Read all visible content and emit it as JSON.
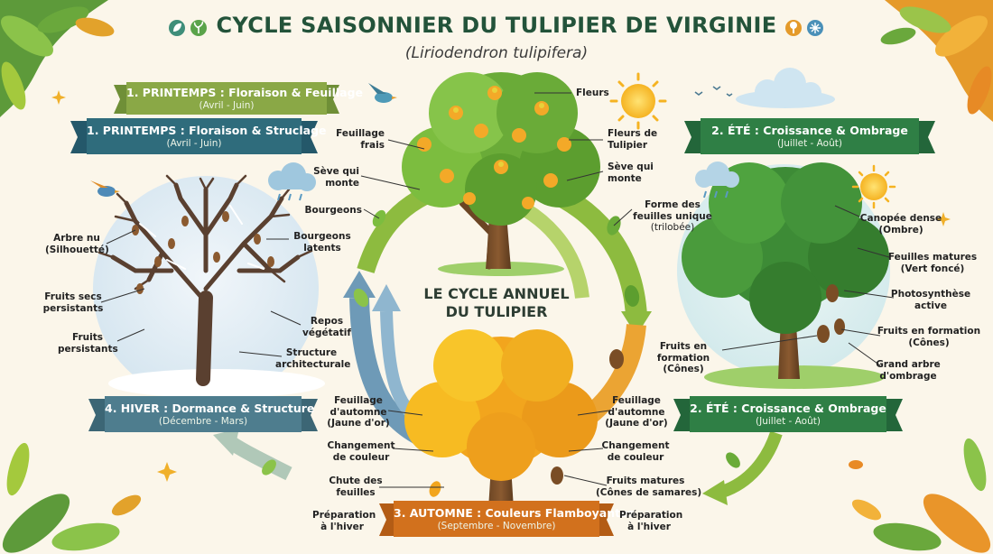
{
  "title": "CYCLE SAISONNIER DU TULIPIER DE VIRGINIE",
  "subtitle": "(Liriodendron tulipifera)",
  "center_label": [
    "LE CYCLE ANNUEL",
    "DU TULIPIER"
  ],
  "colors": {
    "spring_banner": "#8aa846",
    "spring_banner_alt": "#2f6c7c",
    "summer_banner": "#2f7f45",
    "autumn_banner": "#d2711d",
    "winter_banner": "#4e7d8e",
    "arrow_green": "#8dbb3f",
    "arrow_orange": "#eba433",
    "arrow_blue": "#6e9ab7",
    "title": "#23533a"
  },
  "icons": [
    "leaf-badge-icon",
    "sprout-badge-icon",
    "tree-badge-icon",
    "snowflake-badge-icon",
    "sun-icon",
    "cloud-rain-icon",
    "bird-icon"
  ],
  "banners": {
    "spring_top": {
      "label": "1. PRINTEMPS : Floraison & Feuillage",
      "dates": "(Avril - Juin)"
    },
    "spring_second": {
      "label": "1. PRINTEMPS : Floraison & Struclage",
      "dates": "(Avril - Juin)"
    },
    "summer_top": {
      "label": "2. ÉTÉ : Croissance & Ombrage",
      "dates": "(Juillet - Août)"
    },
    "summer_bottom": {
      "label": "2. ÉTÉ : Croissance & Ombrage",
      "dates": "(Juillet - Août)"
    },
    "autumn": {
      "label": "3. AUTOMNE : Couleurs Flamboyantes",
      "dates": "(Septembre - Novembre)"
    },
    "winter": {
      "label": "4. HIVER : Dormance & Structure",
      "dates": "(Décembre - Mars)"
    }
  },
  "labels": {
    "spring": {
      "fleurs": "Fleurs",
      "feuillage_frais": [
        "Feuillage",
        "frais"
      ],
      "fleurs_tulipier": [
        "Fleurs de",
        "Tulipier"
      ],
      "seve_left": [
        "Sève qui",
        "monte"
      ],
      "seve_right": [
        "Sève qui",
        "monte"
      ],
      "bourgeons": "Bourgeons",
      "forme_feuilles": [
        "Forme des",
        "feuilles unique",
        "(trilobée)"
      ]
    },
    "winter": {
      "arbre_nu": [
        "Arbre nu",
        "(Silhouetté)"
      ],
      "bourgeons_latents": [
        "Bourgeons",
        "latents"
      ],
      "fruits_secs": [
        "Fruits secs",
        "persistants"
      ],
      "repos": [
        "Repos",
        "végétatif"
      ],
      "fruits_persistants": [
        "Fruits",
        "persistants"
      ],
      "structure": [
        "Structure",
        "architecturale"
      ]
    },
    "summer": {
      "canopee": [
        "Canopée dense",
        "(Ombre)"
      ],
      "feuilles_matures": [
        "Feuilles matures",
        "(Vert foncé)"
      ],
      "photosynthese": [
        "Photosynthèse",
        "active"
      ],
      "fruits_formation_right": [
        "Fruits en formation",
        "(Cônes)"
      ],
      "grand_arbre": [
        "Grand arbre",
        "d'ombrage"
      ],
      "fruits_formation_left": [
        "Fruits en",
        "formation",
        "(Cônes)"
      ]
    },
    "autumn": {
      "feuillage_left": [
        "Feuillage",
        "d'automne",
        "(Jaune d'or)"
      ],
      "feuillage_right": [
        "Feuillage",
        "d'automne",
        "(Jaune d'or)"
      ],
      "changement_left": [
        "Changement",
        "de couleur"
      ],
      "changement_right": [
        "Changement",
        "de couleur"
      ],
      "chute": [
        "Chute des",
        "feuilles"
      ],
      "fruits_matures": [
        "Fruits matures",
        "(Cônes de samares)"
      ],
      "preparation_left": [
        "Préparation",
        "à l'hiver"
      ],
      "preparation_right": [
        "Préparation",
        "à l'hiver"
      ]
    }
  }
}
